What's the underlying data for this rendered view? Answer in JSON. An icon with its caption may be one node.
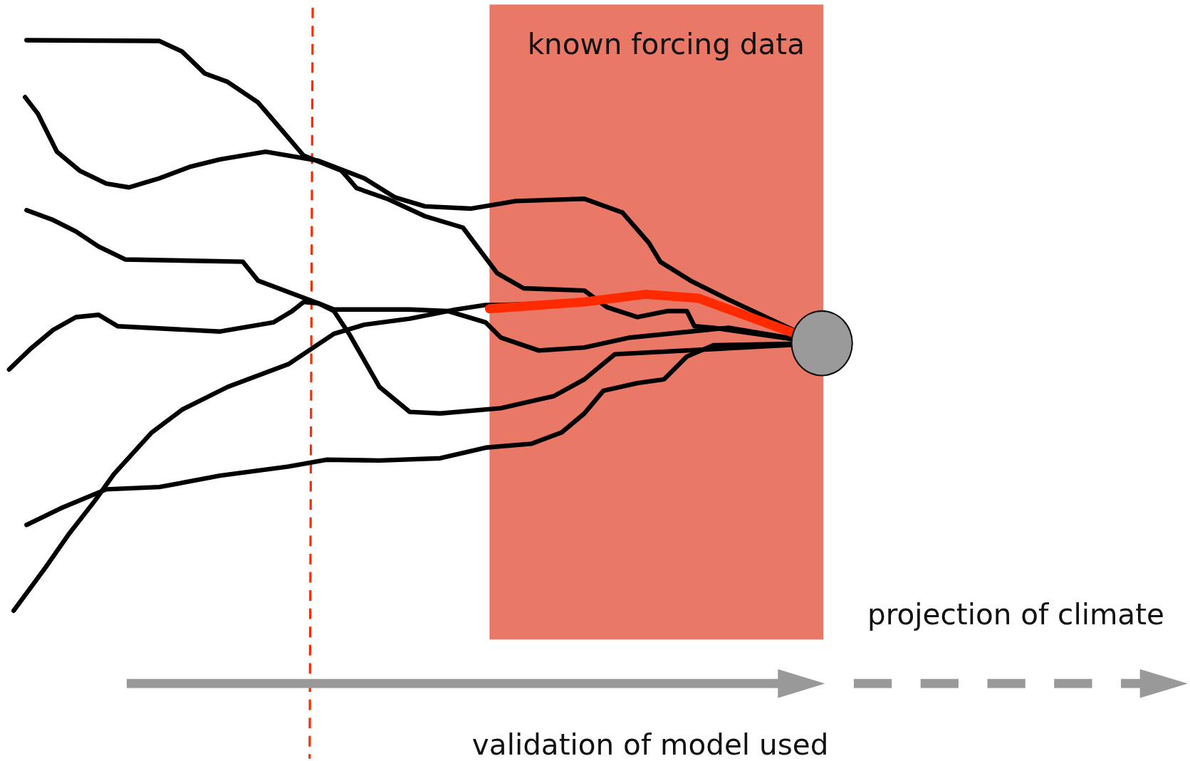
{
  "diagram": {
    "nodes": [
      {
        "text": [
          "known forcing data"
        ]
      },
      {
        "text": [],
        "shape": "circle"
      }
    ],
    "edges": [
      {
        "from": null,
        "to": 1,
        "arrow": "none"
      },
      {
        "from": null,
        "to": 1,
        "arrow": "none"
      },
      {
        "from": null,
        "to": 1,
        "arrow": "none"
      },
      {
        "from": null,
        "to": 1,
        "arrow": "none"
      },
      {
        "from": null,
        "to": 1,
        "arrow": "none"
      },
      {
        "from": null,
        "to": 1,
        "arrow": "none"
      },
      {
        "from": 0,
        "to": 1,
        "arrow": "none",
        "style": "thick",
        "color": "#ff2a00"
      }
    ],
    "labels": [
      "projection of climate",
      "validation of model used"
    ]
  }
}
